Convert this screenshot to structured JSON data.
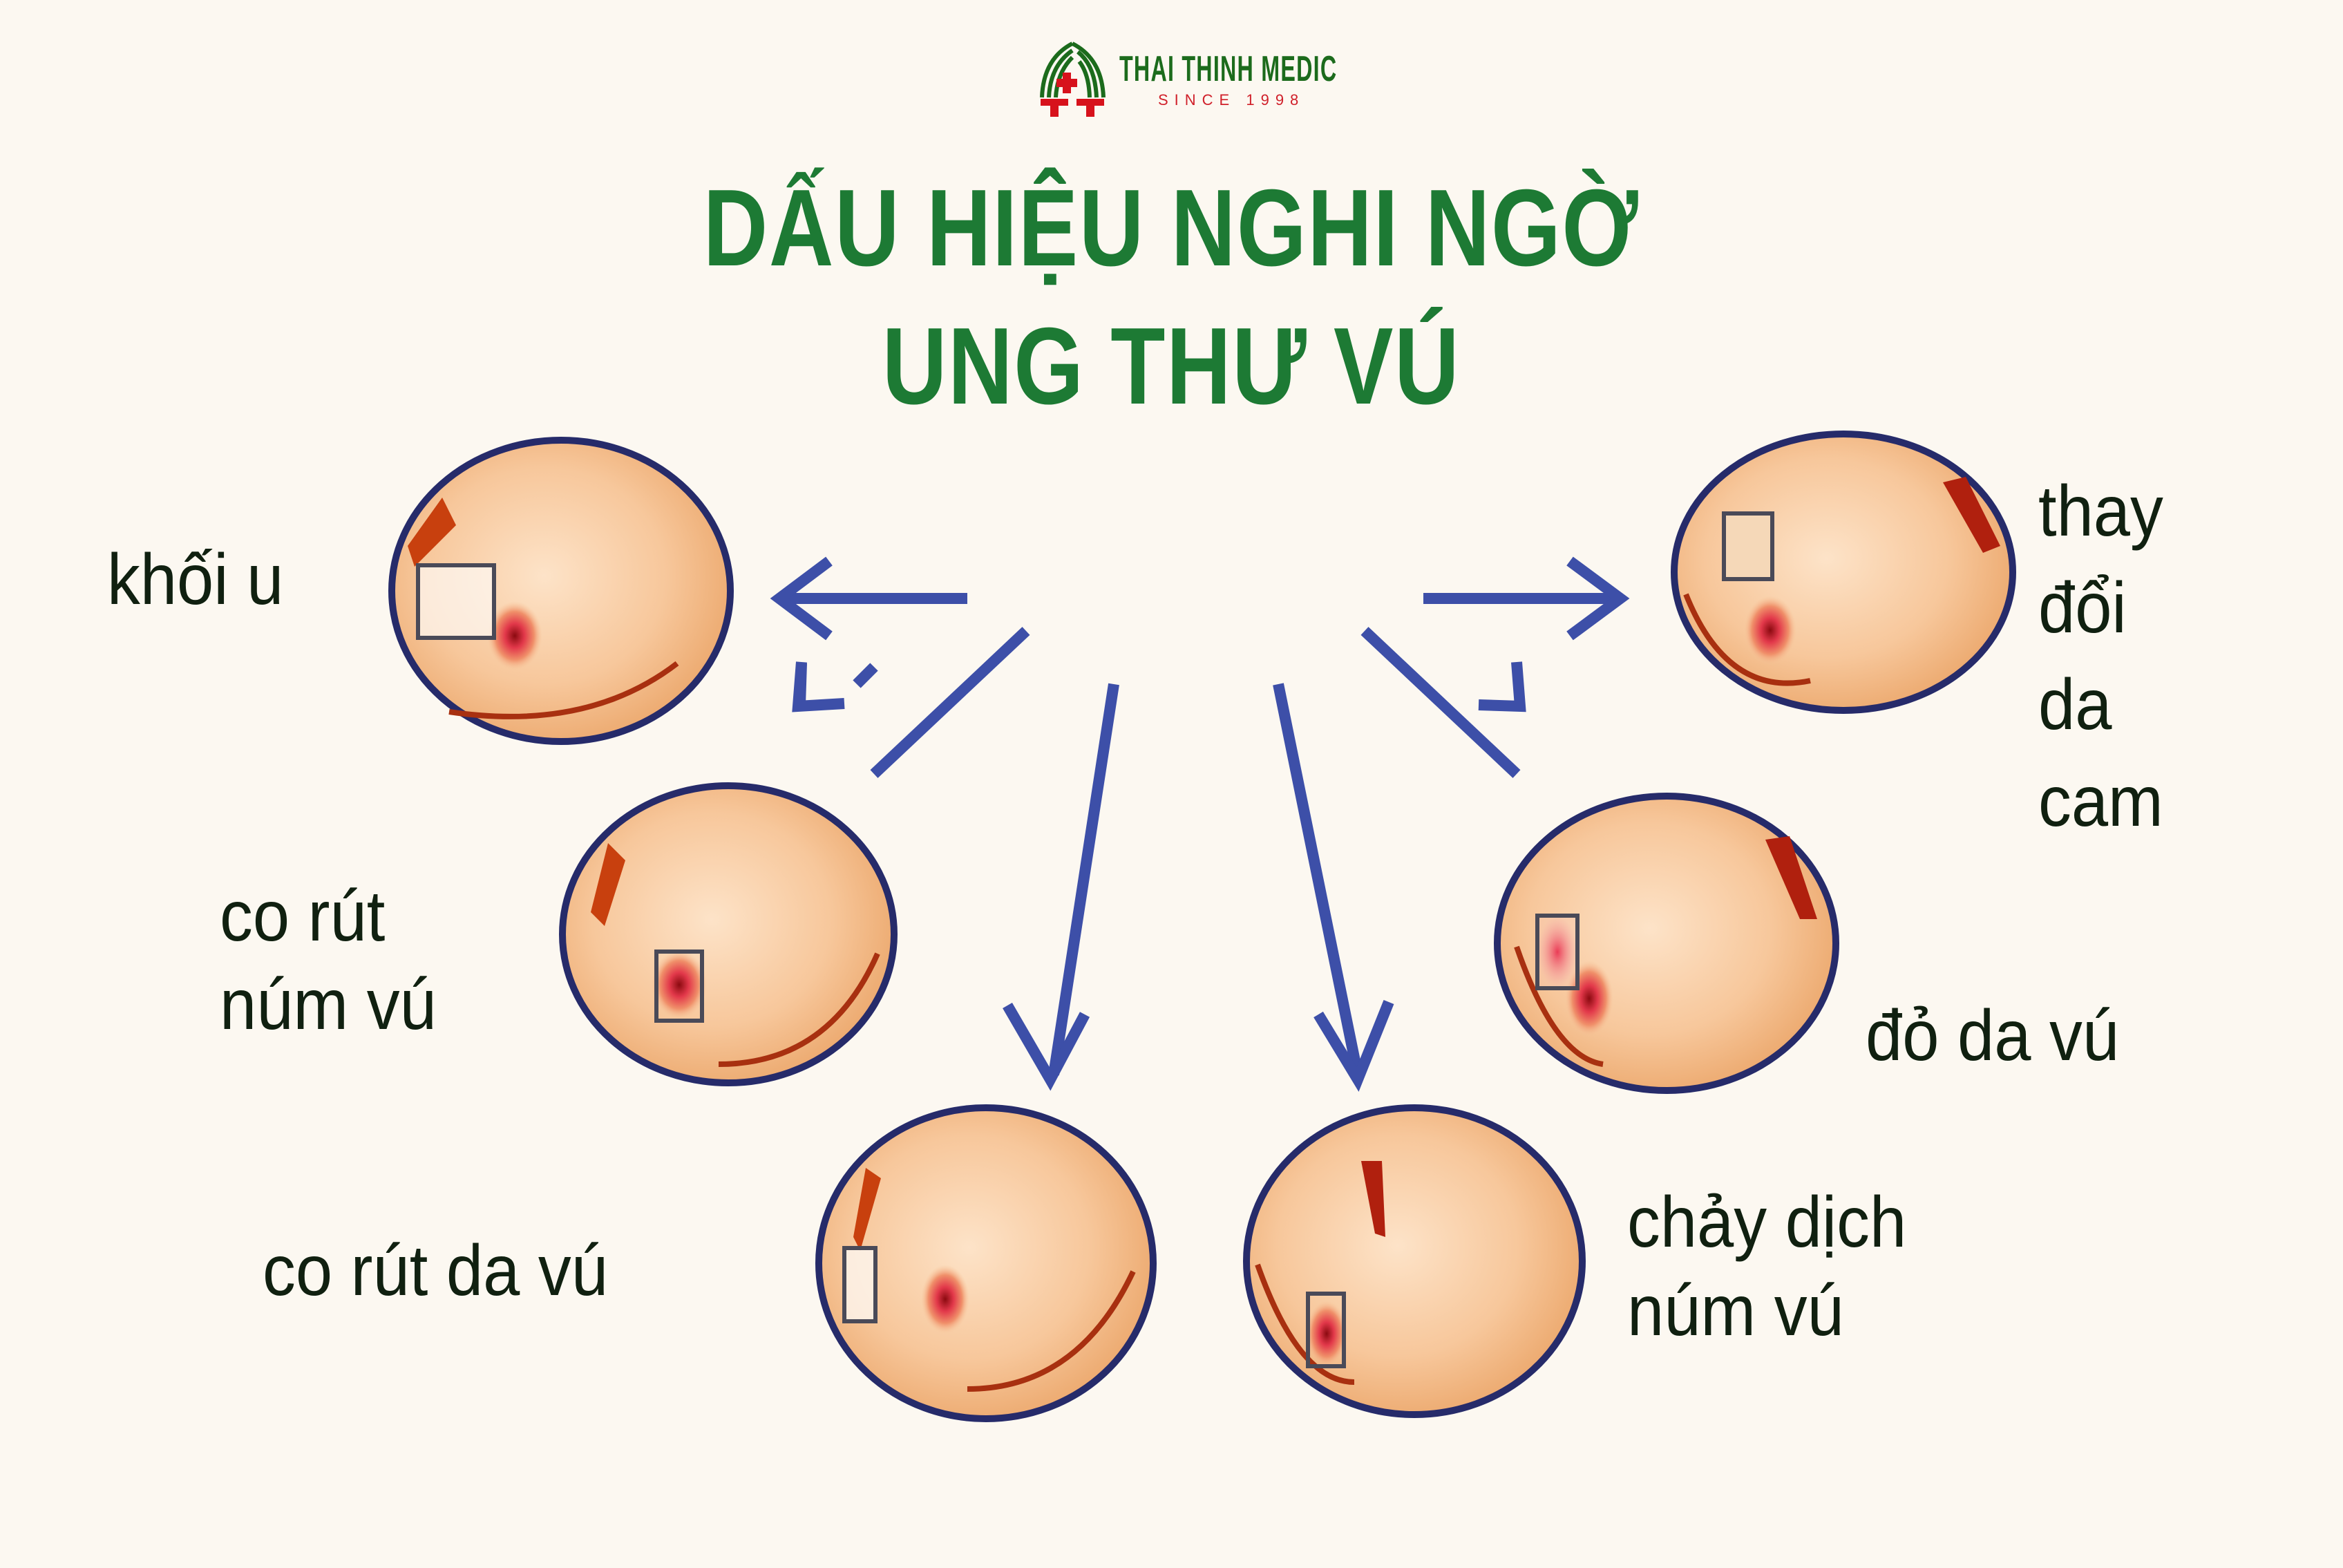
{
  "brand": {
    "name": "THAI THINH MEDIC",
    "tagline": "SINCE 1998",
    "colors": {
      "green": "#1c6b1c",
      "red": "#d7121c"
    }
  },
  "title": {
    "line1": "DẤU HIỆU NGHI NGỜ",
    "line2": "UNG THƯ VÚ",
    "color": "#1d7a34"
  },
  "signs": [
    {
      "id": "khoi-u",
      "lines": [
        "khối u"
      ],
      "position": "top-left"
    },
    {
      "id": "thay-doi-da-cam",
      "lines": [
        "thay",
        "đổi",
        "da",
        "cam"
      ],
      "position": "top-right"
    },
    {
      "id": "co-rut-num-vu",
      "lines": [
        "co rút",
        "núm vú"
      ],
      "position": "middle-left"
    },
    {
      "id": "do-da-vu",
      "lines": [
        "đỏ da vú"
      ],
      "position": "middle-right"
    },
    {
      "id": "co-rut-da-vu",
      "lines": [
        "co rút da vú"
      ],
      "position": "bottom-left"
    },
    {
      "id": "chay-dich-num-vu",
      "lines": [
        "chảy dịch",
        "núm vú"
      ],
      "position": "bottom-right"
    }
  ],
  "style": {
    "background": "#fcf8f1",
    "arrow_color": "#3d4fa8",
    "circle_outline": "#2a2f6e",
    "skin": "#f6c79a"
  }
}
